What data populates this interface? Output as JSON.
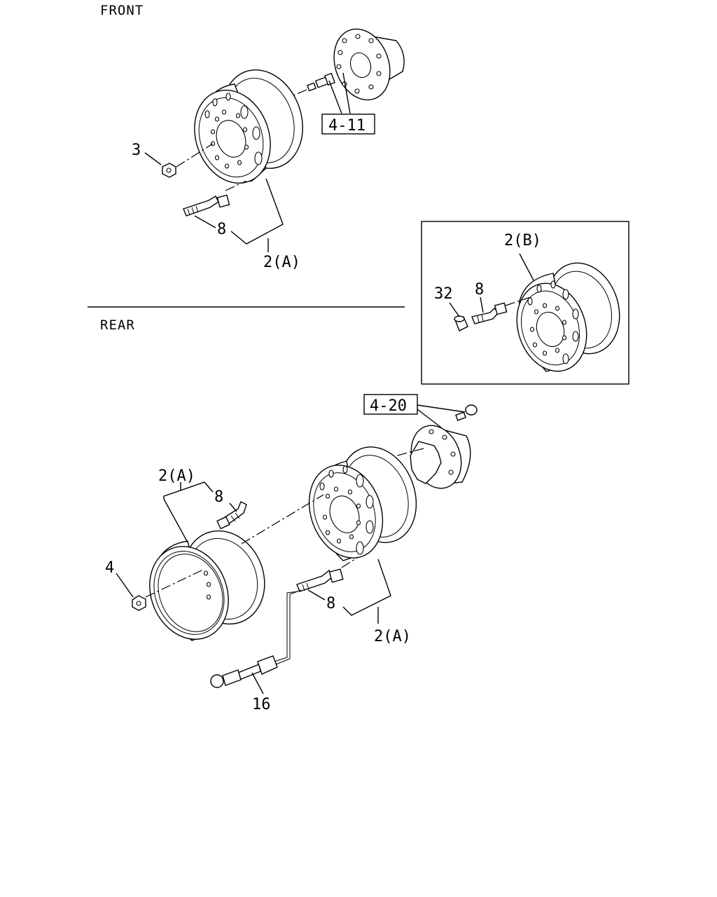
{
  "sections": {
    "front": "FRONT",
    "rear": "REAR"
  },
  "labels": {
    "front_nut": "3",
    "front_valve": "8",
    "front_wheel": "2(A)",
    "front_hub_ref": "4-11",
    "inset_wheel": "2(B)",
    "inset_valve": "8",
    "inset_nut": "32",
    "rear_hub_ref": "4-20",
    "rear_outer_wheel": "2(A)",
    "rear_outer_valve": "8",
    "rear_nut": "4",
    "rear_inner_valve": "8",
    "rear_inner_wheel": "2(A)",
    "rear_extension": "16"
  }
}
